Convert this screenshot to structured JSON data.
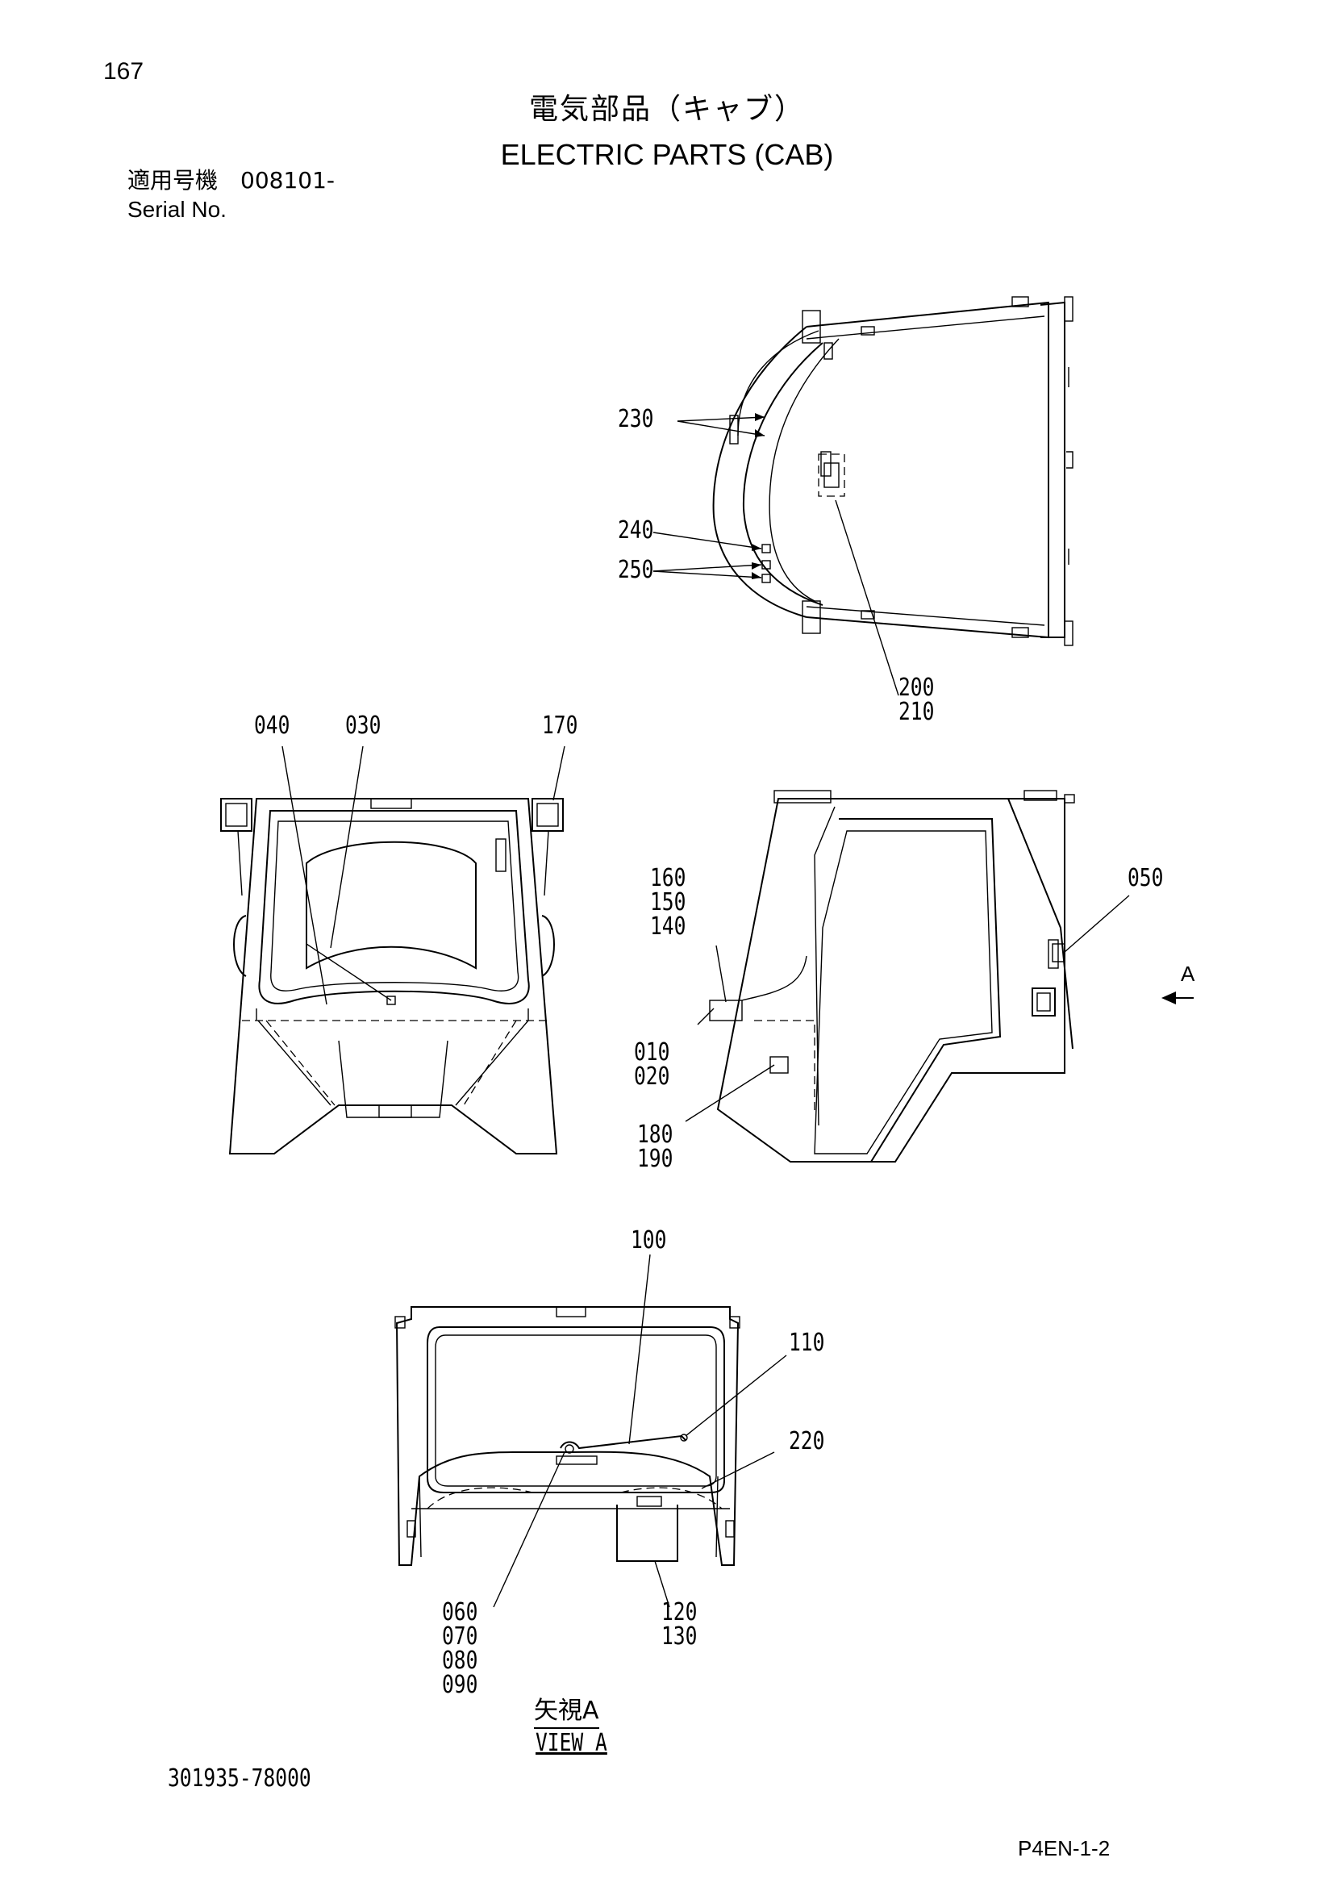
{
  "page_number": "167",
  "title_jp": "電気部品（キャブ）",
  "title_en": "ELECTRIC PARTS (CAB)",
  "serial_jp": "適用号機　008101-",
  "serial_en": "Serial No.",
  "document_number": "301935-78000",
  "page_code": "P4EN-1-2",
  "view_label_jp": "矢視A",
  "view_label_en": "VIEW A",
  "view_arrow_label": "A",
  "callouts": {
    "c230": "230",
    "c240": "240",
    "c250": "250",
    "c200": "200\n210",
    "c040": "040",
    "c030": "030",
    "c170": "170",
    "c160": "160\n150\n140",
    "c050": "050",
    "c010": "010\n020",
    "c180": "180\n190",
    "c100": "100",
    "c110": "110",
    "c220": "220",
    "c060": "060\n070\n080\n090",
    "c120": "120\n130"
  }
}
